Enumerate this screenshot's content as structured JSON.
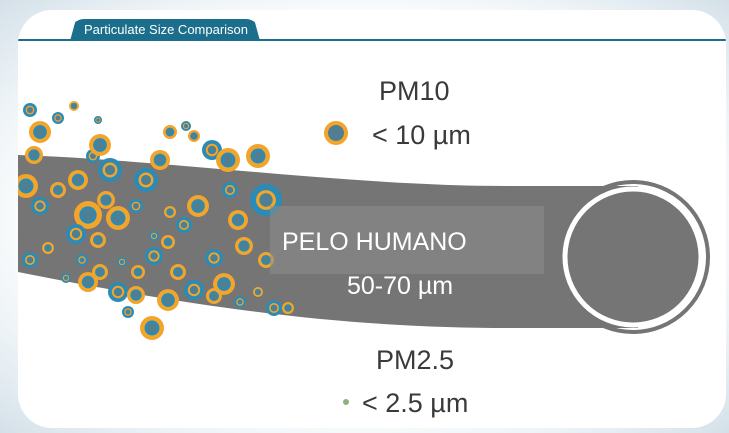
{
  "title": "Particulate Size Comparison",
  "pm10": {
    "label": "PM10",
    "size": "< 10 µm"
  },
  "hair": {
    "label": "PELO HUMANO",
    "size": "50-70 µm"
  },
  "pm25": {
    "label": "PM2.5",
    "size": "< 2.5 µm"
  },
  "colors": {
    "accent": "#1c6f8c",
    "particle_orange": "#f2a52a",
    "particle_blue": "#2b8bb7",
    "particle_core": "#4f7f93",
    "hair": "#757575",
    "small_green": "#8db37a"
  }
}
